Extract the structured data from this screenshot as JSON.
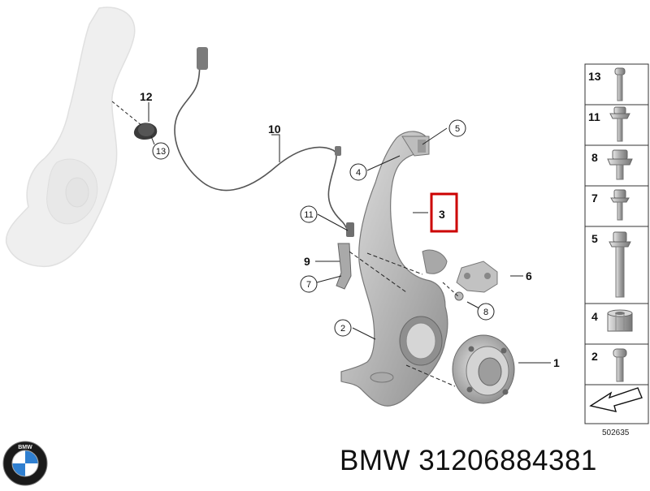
{
  "diagram": {
    "callouts": {
      "c1": "1",
      "c2": "2",
      "c3": "3",
      "c4": "4",
      "c5": "5",
      "c6": "6",
      "c7": "7",
      "c8": "8",
      "c9": "9",
      "c10": "10",
      "c11": "11",
      "c12": "12",
      "c13": "13"
    },
    "highlighted_part": "3",
    "highlight_color": "#cc0000"
  },
  "sidebar": {
    "items": [
      "13",
      "11",
      "8",
      "7",
      "5",
      "4",
      "2"
    ],
    "code": "502635"
  },
  "footer": {
    "brand": "BMW",
    "part_number": "31206884381",
    "logo_letters": "BMW"
  },
  "colors": {
    "part_fill": "#c9c9c9",
    "ghost_fill": "#e6e6e6",
    "line": "#333333",
    "bmw_blue": "#2f7fd0"
  }
}
